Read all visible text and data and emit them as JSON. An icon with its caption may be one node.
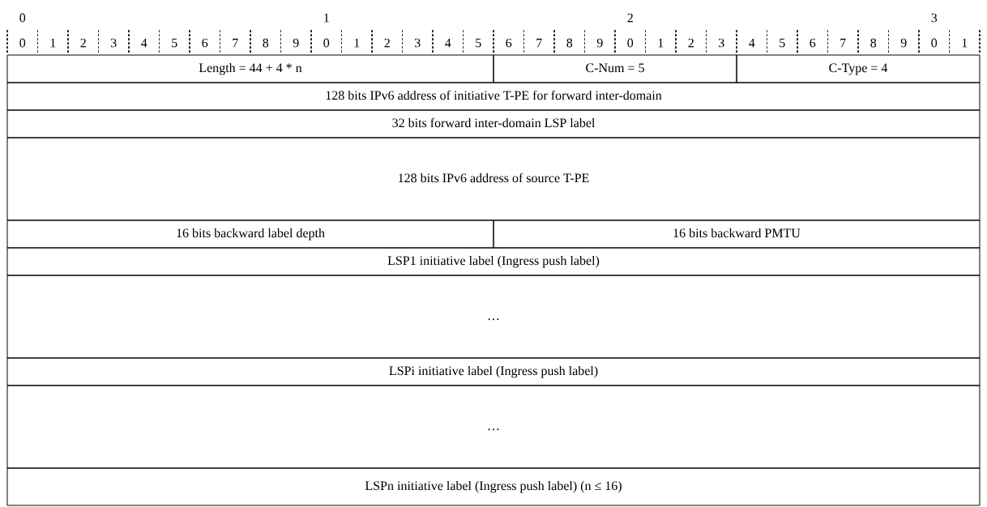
{
  "diagram": {
    "nodes": [
      {
        "text": [
          "Length = 44 + 4 * n"
        ]
      },
      {
        "text": [
          "C-Num = 5"
        ]
      },
      {
        "text": [
          "C-Type = 4"
        ]
      },
      {
        "text": [
          "128 bits IPv6 address of initiative T-PE for forward inter-domain"
        ]
      },
      {
        "text": [
          "32 bits forward inter-domain LSP label"
        ]
      },
      {
        "text": [
          "128 bits IPv6 address of source T-PE"
        ]
      },
      {
        "text": [
          "16 bits backward label depth"
        ]
      },
      {
        "text": [
          "16 bits backward PMTU"
        ]
      },
      {
        "text": [
          "LSP1 initiative label (Ingress push label)"
        ]
      },
      {
        "text": [
          "…"
        ]
      },
      {
        "text": [
          "LSPi initiative label (Ingress push label)"
        ]
      },
      {
        "text": [
          "…"
        ]
      },
      {
        "text": [
          "LSPn initiative label (Ingress push label) (n ≤ 16)"
        ]
      }
    ],
    "labels": [
      "0",
      "1",
      "2",
      "3",
      "0",
      "1",
      "2",
      "3",
      "4",
      "5",
      "6",
      "7",
      "8",
      "9",
      "0",
      "1",
      "2",
      "3",
      "4",
      "5",
      "6",
      "7",
      "8",
      "9",
      "0",
      "1",
      "2",
      "3",
      "4",
      "5",
      "6",
      "7",
      "8",
      "9",
      "0",
      "1"
    ]
  }
}
